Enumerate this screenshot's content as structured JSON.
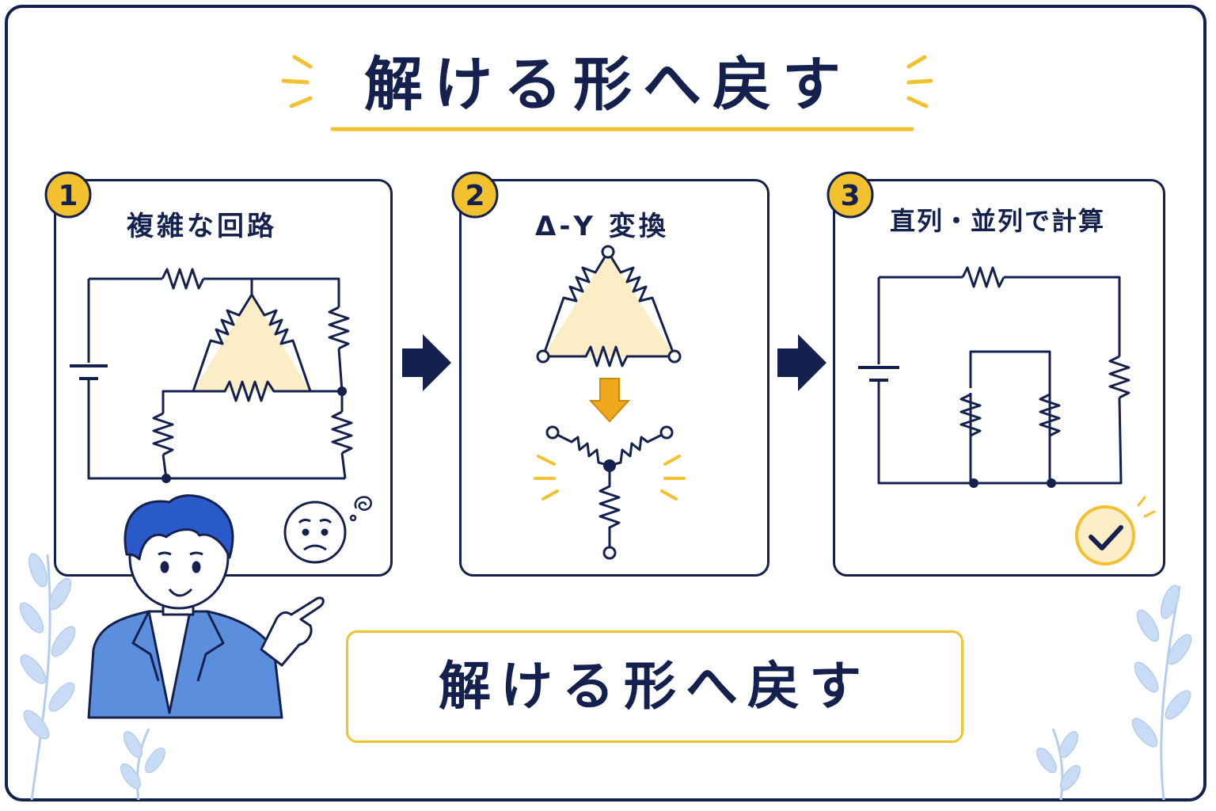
{
  "title": "解ける形へ戻す",
  "steps": [
    {
      "number": "1",
      "label": "複雑な回路"
    },
    {
      "number": "2",
      "label": "Δ-Y 変換"
    },
    {
      "number": "3",
      "label": "直列・並列で計算"
    }
  ],
  "bottom_message": "解ける形へ戻す",
  "colors": {
    "navy": "#14214f",
    "yellow": "#f2c12e",
    "triangle_fill": "#fbeec7",
    "arrow_orange": "#f2a81d",
    "leaf": "#c9dcf5",
    "shirt_blue": "#5b8fde",
    "hair_blue": "#2a59c9"
  },
  "icons": {
    "confused_face": "confused-face-icon",
    "thinking_swirl": "thinking-swirl-icon",
    "check": "check-circle-icon"
  }
}
